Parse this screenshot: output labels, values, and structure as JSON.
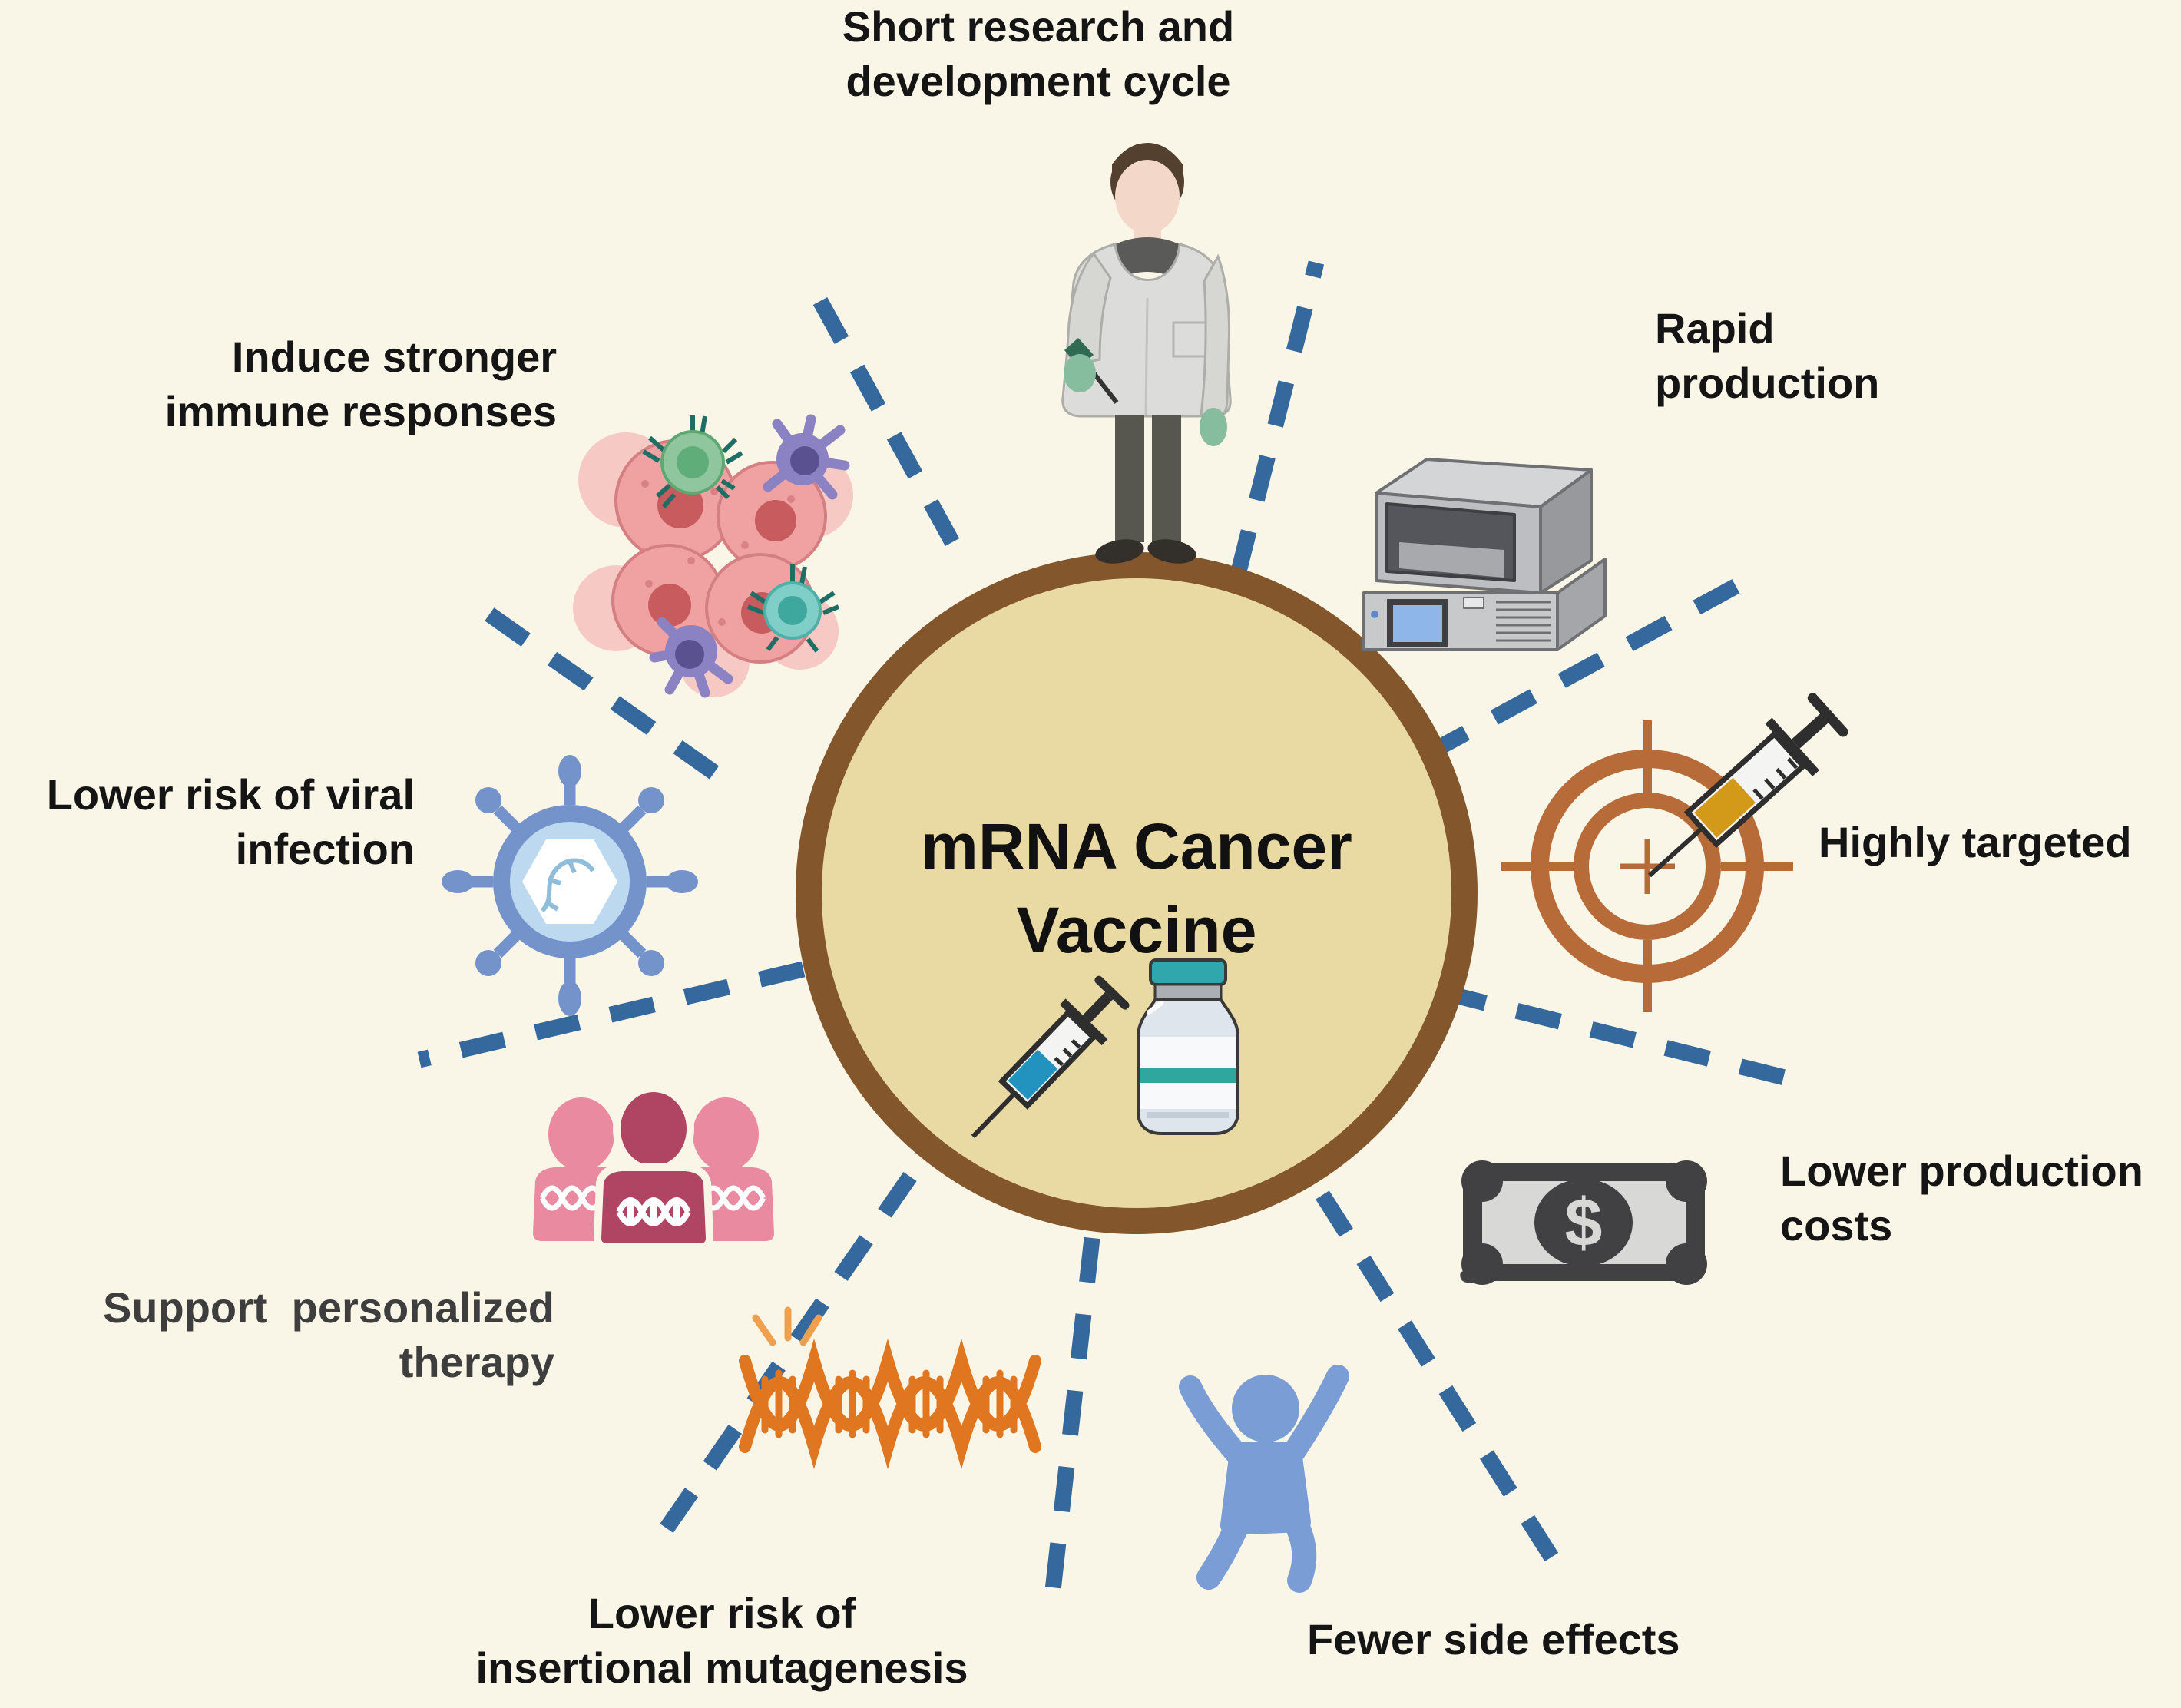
{
  "diagram": {
    "title": "mRNA Cancer Vaccine benefits diagram",
    "type": "radial-infographic",
    "benefit_count": 8
  },
  "labels": {
    "center_title": "mRNA Cancer\nVaccine",
    "rd_cycle": "Short research and\ndevelopment cycle",
    "immune": "Induce stronger\nimmune responses",
    "rapid_production": "Rapid\nproduction",
    "highly_targeted": "Highly targeted",
    "viral_infection": "Lower risk of viral\ninfection",
    "production_costs": "Lower production\ncosts",
    "personalized": "Support  personalized\ntherapy",
    "mutagenesis": "Lower risk of\ninsertional mutagenesis",
    "side_effects": "Fewer side effects"
  },
  "icons": {
    "center": [
      "syringe-icon",
      "vaccine-vial-icon"
    ],
    "around": [
      "scientist-icon",
      "bioreactor-machine-icon",
      "target-syringe-icon",
      "money-bill-icon",
      "happy-person-icon",
      "broken-dna-icon",
      "patients-group-dna-icon",
      "virus-icon",
      "tumor-immune-cells-icon"
    ],
    "money_symbol": "$"
  },
  "colors": {
    "background": "#FAF6E7",
    "connector_blue": "#35689D",
    "circle_fill": "#E9DAA4",
    "circle_border": "#83562B",
    "label_black": "#151515",
    "label_gray": "#3E3E3E",
    "target_orange": "#B76B38",
    "syringe_amber": "#D29A18",
    "dna_orange": "#E0761F",
    "person_blue": "#7B9DD6",
    "virus_blue": "#7493CB",
    "people_pink": "#E98AA0",
    "people_magenta": "#AF4563",
    "money_gray": "#414143",
    "vaccine_teal": "#2FA7AD",
    "cell_pink": "#F0A2A2"
  }
}
